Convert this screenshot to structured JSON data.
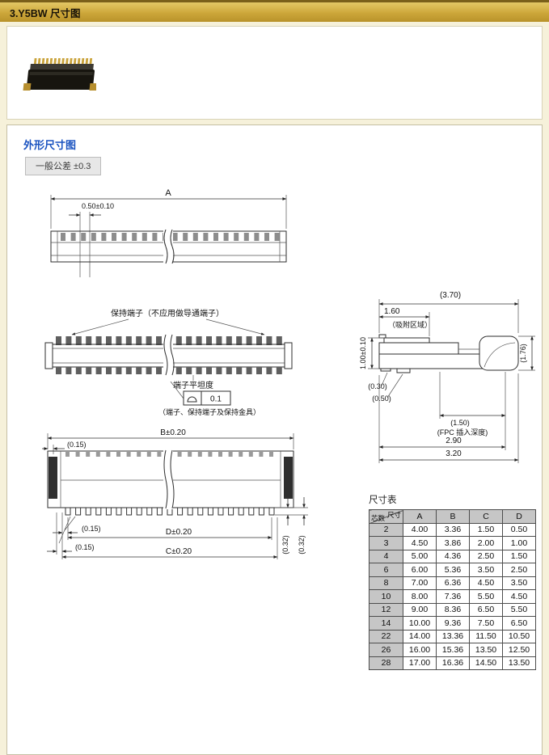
{
  "header": {
    "title": "3.Y5BW 尺寸图"
  },
  "section": {
    "title": "外形尺寸图",
    "tolerance": "一般公差 ±0.3"
  },
  "colors": {
    "header_gold": "#cda73a",
    "section_title_blue": "#1a53c0",
    "table_header_gray": "#c6c6c6"
  },
  "top_view": {
    "dim_a": "A",
    "dim_pitch": "0.50±0.10"
  },
  "front_view": {
    "retention_label": "保持端子（不应用做导通端子）",
    "flatness_title": "端子平坦度",
    "flatness_value": "0.1",
    "flatness_note": "（端子、保持端子及保持金具）"
  },
  "side_view": {
    "dim_total_width": "(3.70)",
    "dim_suction_width": "1.60",
    "suction_label": "（吸附区域）",
    "dim_height": "1.00±0.10",
    "dim_open_height": "(1.76)",
    "dim_standoff1": "(0.30)",
    "dim_standoff2": "(0.50)",
    "dim_insert_depth": "(1.50)",
    "insert_label": "(FPC 插入深度)",
    "dim_depth1": "2.90",
    "dim_depth2": "3.20"
  },
  "bottom_view": {
    "dim_b": "B±0.20",
    "dim_offset_top": "(0.15)",
    "dim_offset_mid": "(0.15)",
    "dim_d": "D±0.20",
    "dim_offset_bot": "(0.15)",
    "dim_c": "C±0.20",
    "dim_pin1": "(0.32)",
    "dim_pin2": "(0.32)"
  },
  "table": {
    "title": "尺寸表",
    "corner_top": "尺寸",
    "corner_bottom": "芯数",
    "columns": [
      "A",
      "B",
      "C",
      "D"
    ],
    "rows": [
      {
        "pins": "2",
        "A": "4.00",
        "B": "3.36",
        "C": "1.50",
        "D": "0.50"
      },
      {
        "pins": "3",
        "A": "4.50",
        "B": "3.86",
        "C": "2.00",
        "D": "1.00"
      },
      {
        "pins": "4",
        "A": "5.00",
        "B": "4.36",
        "C": "2.50",
        "D": "1.50"
      },
      {
        "pins": "6",
        "A": "6.00",
        "B": "5.36",
        "C": "3.50",
        "D": "2.50"
      },
      {
        "pins": "8",
        "A": "7.00",
        "B": "6.36",
        "C": "4.50",
        "D": "3.50"
      },
      {
        "pins": "10",
        "A": "8.00",
        "B": "7.36",
        "C": "5.50",
        "D": "4.50"
      },
      {
        "pins": "12",
        "A": "9.00",
        "B": "8.36",
        "C": "6.50",
        "D": "5.50"
      },
      {
        "pins": "14",
        "A": "10.00",
        "B": "9.36",
        "C": "7.50",
        "D": "6.50"
      },
      {
        "pins": "22",
        "A": "14.00",
        "B": "13.36",
        "C": "11.50",
        "D": "10.50"
      },
      {
        "pins": "26",
        "A": "16.00",
        "B": "15.36",
        "C": "13.50",
        "D": "12.50"
      },
      {
        "pins": "28",
        "A": "17.00",
        "B": "16.36",
        "C": "14.50",
        "D": "13.50"
      }
    ]
  }
}
